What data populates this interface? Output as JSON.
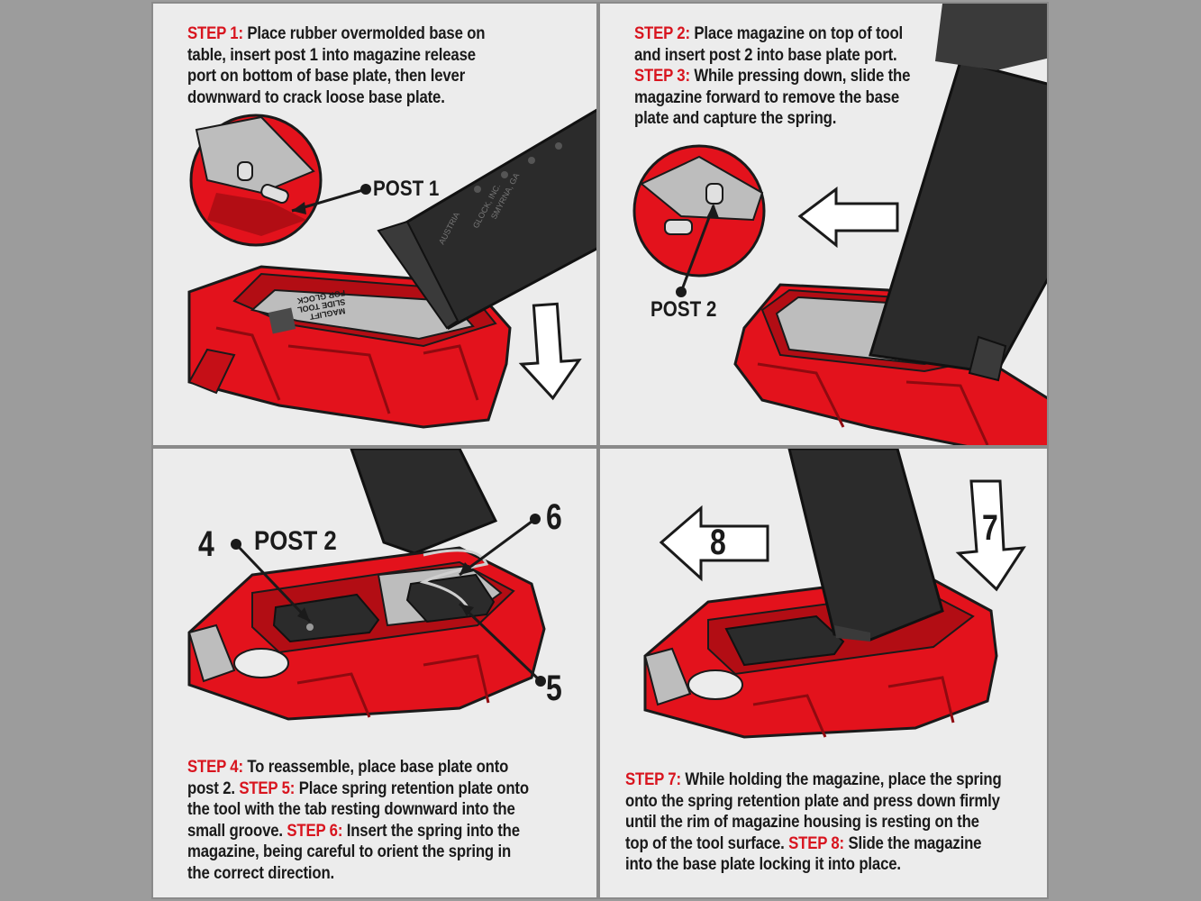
{
  "colors": {
    "accent_red": "#d8141e",
    "tool_red": "#e3121c",
    "magazine": "#2b2b2b",
    "panel_bg": "#ececec",
    "outer_bg": "#9c9c9c"
  },
  "panels": [
    {
      "lines": [
        [
          {
            "t": "STEP 1: ",
            "red": true
          },
          {
            "t": "Place rubber overmolded base on"
          }
        ],
        [
          {
            "t": "table, insert post 1 into magazine release"
          }
        ],
        [
          {
            "t": "port on bottom of base plate, then lever"
          }
        ],
        [
          {
            "t": "downward to crack loose base plate."
          }
        ]
      ],
      "callout": "POST 1"
    },
    {
      "lines": [
        [
          {
            "t": "STEP 2: ",
            "red": true
          },
          {
            "t": "Place magazine on top of tool"
          }
        ],
        [
          {
            "t": "and insert post 2 into base plate port."
          }
        ],
        [
          {
            "t": "STEP 3: ",
            "red": true
          },
          {
            "t": "While pressing down, slide the"
          }
        ],
        [
          {
            "t": "magazine forward to remove the base"
          }
        ],
        [
          {
            "t": "plate and capture the spring."
          }
        ]
      ],
      "callout": "POST 2"
    },
    {
      "lines": [
        [
          {
            "t": "STEP 4: ",
            "red": true
          },
          {
            "t": "To reassemble, place base plate onto"
          }
        ],
        [
          {
            "t": "post 2. "
          },
          {
            "t": "STEP 5: ",
            "red": true
          },
          {
            "t": "Place spring retention plate onto"
          }
        ],
        [
          {
            "t": "the tool with the tab resting downward into the"
          }
        ],
        [
          {
            "t": "small groove. "
          },
          {
            "t": "STEP 6: ",
            "red": true
          },
          {
            "t": "Insert the spring into the"
          }
        ],
        [
          {
            "t": "magazine, being careful to orient the spring in"
          }
        ],
        [
          {
            "t": "the correct direction."
          }
        ]
      ],
      "callout": "POST 2",
      "numbers": [
        "4",
        "5",
        "6"
      ]
    },
    {
      "lines": [
        [
          {
            "t": "STEP 7: ",
            "red": true
          },
          {
            "t": "While holding the magazine, place the spring"
          }
        ],
        [
          {
            "t": "onto the spring retention plate and press down firmly"
          }
        ],
        [
          {
            "t": "until the rim of magazine housing is resting on the"
          }
        ],
        [
          {
            "t": "top of the tool surface. "
          },
          {
            "t": "STEP 8: ",
            "red": true
          },
          {
            "t": "Slide the magazine"
          }
        ],
        [
          {
            "t": "into the base plate locking it into place."
          }
        ]
      ],
      "numbers": [
        "7",
        "8"
      ]
    }
  ],
  "mag_print": {
    "brand": "GLOCK, INC.",
    "origin": "SMYRNA, GA",
    "austria": "AUSTRIA"
  },
  "tool_print": {
    "l1": "MAGLIFT",
    "l2": "SLIDE TOOL",
    "l3": "FOR GLOCK"
  }
}
